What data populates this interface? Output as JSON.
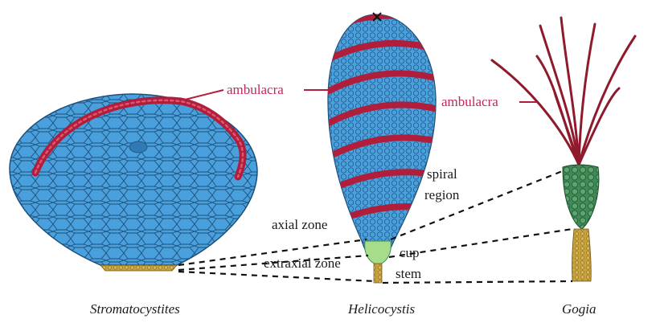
{
  "labels": {
    "ambulacra_left": "ambulacra",
    "ambulacra_right": "ambulacra",
    "spiral": "spiral",
    "region": "region",
    "axial_zone": "axial zone",
    "extraxial_zone": "extraxial zone",
    "cup": "cup",
    "stem": "stem"
  },
  "taxa": {
    "left": "Stromatocystites",
    "middle": "Helicocystis",
    "right": "Gogia"
  },
  "colors": {
    "theca_blue": "#4aa0dc",
    "plate_line": "#1c4f7a",
    "ambulacra_red": "#b01e3c",
    "label_red": "#c0285a",
    "cup_green": "#3f8a56",
    "cup_light_green": "#a6dc8a",
    "stem_gold": "#c8a23a",
    "dash_black": "#111111"
  }
}
